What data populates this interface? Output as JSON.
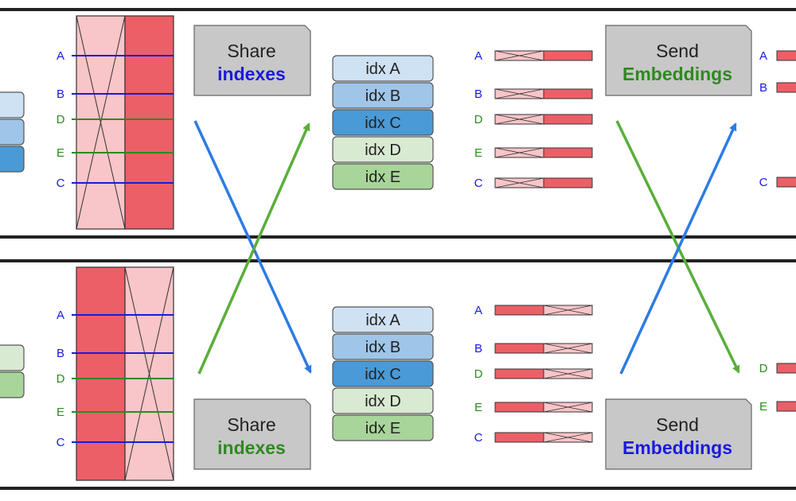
{
  "colors": {
    "blue": "#1a1adf",
    "green": "#2e8a1f",
    "arrow_blue": "#2c7be5",
    "arrow_green": "#5aae3a",
    "table_dark": "#ec5f67",
    "table_light": "#f8c5c8",
    "box_gray": "#c8c8c8"
  },
  "top": {
    "table_rows": [
      {
        "label": "A",
        "color": "blue"
      },
      {
        "label": "B",
        "color": "blue"
      },
      {
        "label": "D",
        "color": "green"
      },
      {
        "label": "E",
        "color": "green"
      },
      {
        "label": "C",
        "color": "blue"
      }
    ],
    "share_box": {
      "line1": "Share",
      "line2": "indexes",
      "line2_color": "blue"
    },
    "idx_list": [
      "idx A",
      "idx B",
      "idx C",
      "idx D",
      "idx E"
    ],
    "embedding_rows": [
      {
        "label": "A",
        "color": "blue"
      },
      {
        "label": "B",
        "color": "blue"
      },
      {
        "label": "D",
        "color": "green"
      },
      {
        "label": "E",
        "color": "green"
      },
      {
        "label": "C",
        "color": "blue"
      }
    ],
    "send_box": {
      "line1": "Send",
      "line2": "Embeddings",
      "line2_color": "green"
    },
    "result_rows": [
      {
        "label": "A",
        "color": "blue"
      },
      {
        "label": "B",
        "color": "blue"
      },
      {
        "label": "C",
        "color": "blue"
      }
    ]
  },
  "bottom": {
    "table_rows": [
      {
        "label": "A",
        "color": "blue"
      },
      {
        "label": "B",
        "color": "blue"
      },
      {
        "label": "D",
        "color": "green"
      },
      {
        "label": "E",
        "color": "green"
      },
      {
        "label": "C",
        "color": "blue"
      }
    ],
    "share_box": {
      "line1": "Share",
      "line2": "indexes",
      "line2_color": "green"
    },
    "idx_list": [
      "idx A",
      "idx B",
      "idx C",
      "idx D",
      "idx E"
    ],
    "embedding_rows": [
      {
        "label": "A",
        "color": "blue"
      },
      {
        "label": "B",
        "color": "blue"
      },
      {
        "label": "D",
        "color": "green"
      },
      {
        "label": "E",
        "color": "green"
      },
      {
        "label": "C",
        "color": "blue"
      }
    ],
    "send_box": {
      "line1": "Send",
      "line2": "Embeddings",
      "line2_color": "blue"
    },
    "result_rows": [
      {
        "label": "D",
        "color": "green"
      },
      {
        "label": "E",
        "color": "green"
      }
    ]
  },
  "idx_colors": [
    "#cfe2f3",
    "#9fc5e8",
    "#4a9ad8",
    "#d9ead3",
    "#a8d59a"
  ]
}
